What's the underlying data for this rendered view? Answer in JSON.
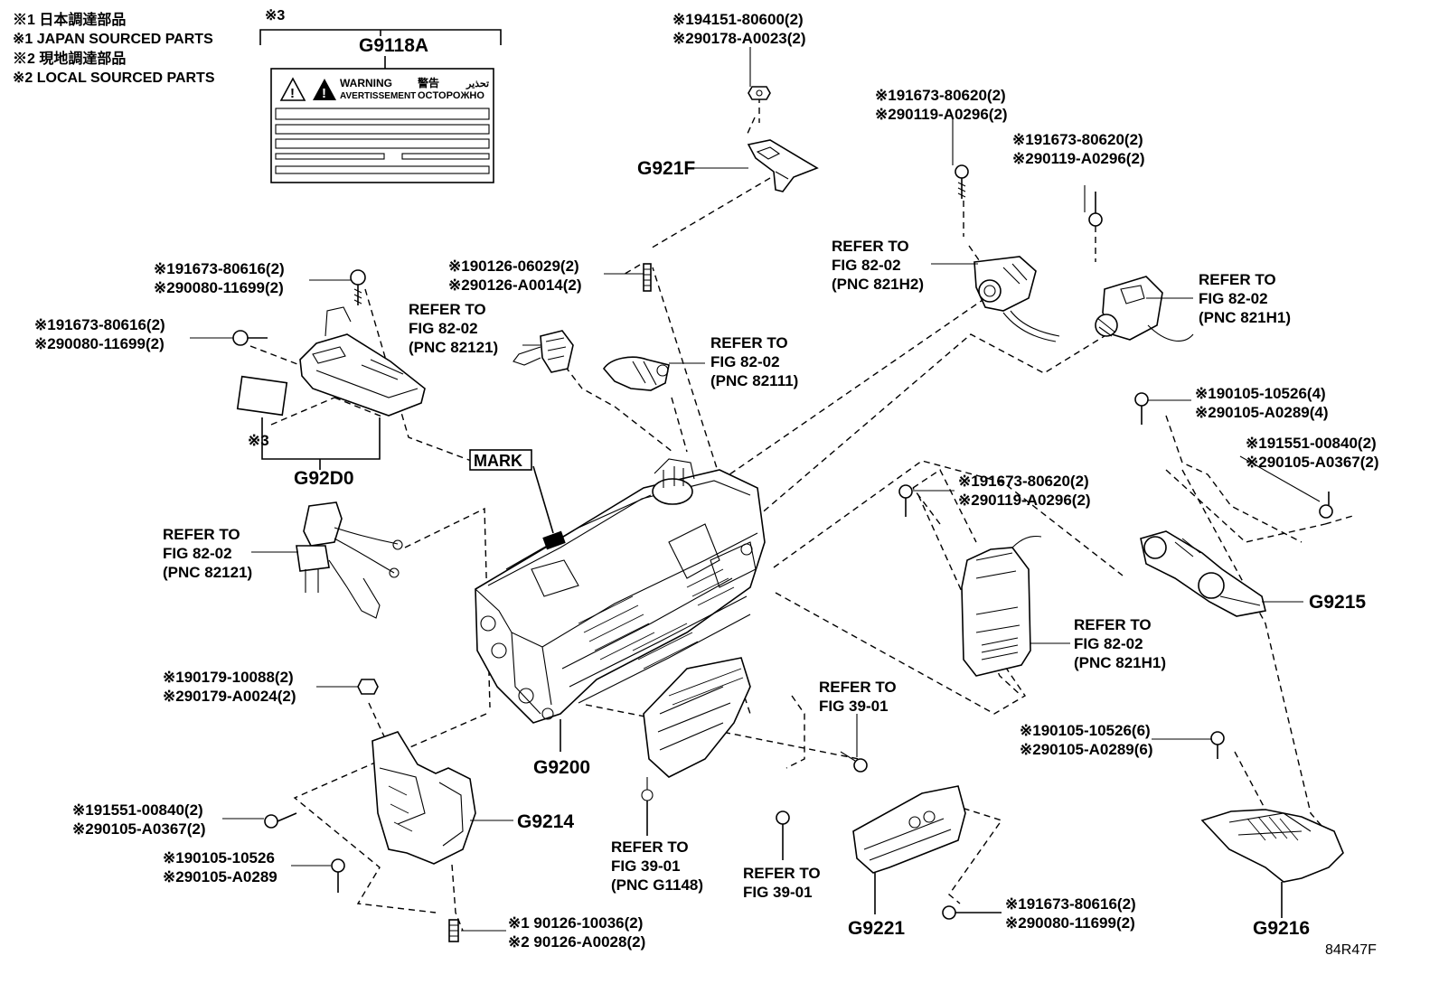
{
  "legend": [
    "※1 日本調達部品",
    "※1 JAPAN SOURCED PARTS",
    "※2 現地調達部品",
    "※2 LOCAL SOURCED PARTS"
  ],
  "label_sticker": {
    "ref_mark": "※3",
    "code": "G9118A",
    "warning_en": "WARNING",
    "warning_fr": "AVERTISSEMENT",
    "warning_ja": "警告",
    "warning_ru": "OCTOPOЖHO",
    "warning_ar": "تحذير"
  },
  "part_codes": {
    "g921f": "G921F",
    "g92d0": "G92D0",
    "g9200": "G9200",
    "g9214": "G9214",
    "g9215": "G9215",
    "g9216": "G9216",
    "g9221": "G9221",
    "mark": "MARK",
    "ref3_cover": "※3",
    "figure_id": "84R47F"
  },
  "callouts": [
    {
      "id": "c1",
      "lines": [
        "※194151-80600(2)",
        "※290178-A0023(2)"
      ]
    },
    {
      "id": "c2",
      "lines": [
        "※191673-80620(2)",
        "※290119-A0296(2)"
      ]
    },
    {
      "id": "c3",
      "lines": [
        "※191673-80620(2)",
        "※290119-A0296(2)"
      ]
    },
    {
      "id": "c4",
      "lines": [
        "REFER TO",
        "FIG 82-02",
        "(PNC 821H2)"
      ]
    },
    {
      "id": "c5",
      "lines": [
        "REFER TO",
        "FIG 82-02",
        "(PNC 821H1)"
      ]
    },
    {
      "id": "c6",
      "lines": [
        "※191673-80616(2)",
        "※290080-11699(2)"
      ]
    },
    {
      "id": "c7",
      "lines": [
        "※190126-06029(2)",
        "※290126-A0014(2)"
      ]
    },
    {
      "id": "c8",
      "lines": [
        "※191673-80616(2)",
        "※290080-11699(2)"
      ]
    },
    {
      "id": "c9",
      "lines": [
        "REFER TO",
        "FIG 82-02",
        "(PNC 82121)"
      ]
    },
    {
      "id": "c10",
      "lines": [
        "REFER TO",
        "FIG 82-02",
        "(PNC 82111)"
      ]
    },
    {
      "id": "c11",
      "lines": [
        "※190105-10526(4)",
        "※290105-A0289(4)"
      ]
    },
    {
      "id": "c12",
      "lines": [
        "※191551-00840(2)",
        "※290105-A0367(2)"
      ]
    },
    {
      "id": "c13",
      "lines": [
        "※191673-80620(2)",
        "※290119-A0296(2)"
      ]
    },
    {
      "id": "c14",
      "lines": [
        "REFER TO",
        "FIG 82-02",
        "(PNC 82121)"
      ]
    },
    {
      "id": "c15",
      "lines": [
        "REFER TO",
        "FIG 82-02",
        "(PNC 821H1)"
      ]
    },
    {
      "id": "c16",
      "lines": [
        "※190179-10088(2)",
        "※290179-A0024(2)"
      ]
    },
    {
      "id": "c17",
      "lines": [
        "REFER TO",
        "FIG 39-01"
      ]
    },
    {
      "id": "c18",
      "lines": [
        "※190105-10526(6)",
        "※290105-A0289(6)"
      ]
    },
    {
      "id": "c19",
      "lines": [
        "※191551-00840(2)",
        "※290105-A0367(2)"
      ]
    },
    {
      "id": "c20",
      "lines": [
        "※190105-10526",
        "※290105-A0289"
      ]
    },
    {
      "id": "c21",
      "lines": [
        "REFER TO",
        "FIG 39-01",
        "(PNC G1148)"
      ]
    },
    {
      "id": "c22",
      "lines": [
        "REFER TO",
        "FIG 39-01"
      ]
    },
    {
      "id": "c23",
      "lines": [
        "※191673-80616(2)",
        "※290080-11699(2)"
      ]
    },
    {
      "id": "c24",
      "lines": [
        "※1 90126-10036(2)",
        "※2 90126-A0028(2)"
      ]
    }
  ]
}
